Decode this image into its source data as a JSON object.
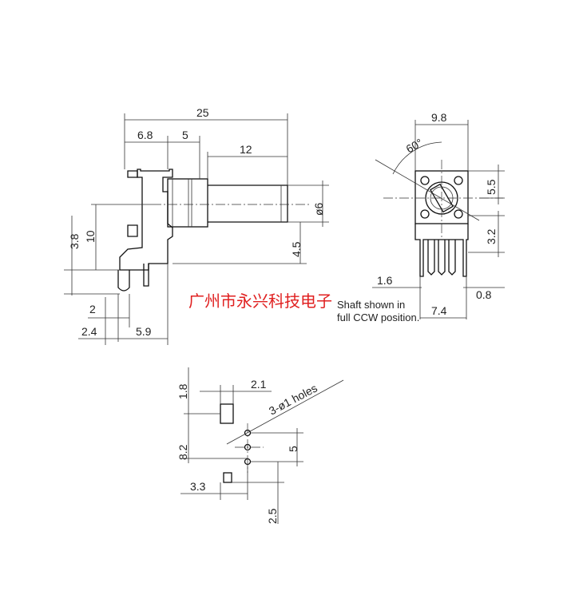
{
  "side_view": {
    "dims": {
      "overall_length": "25",
      "body_depth": "6.8",
      "bushing_length": "5",
      "shaft_length": "12",
      "shaft_diameter": "ø6",
      "shaft_height": "10",
      "pin_height": "3.8",
      "shaft_offset": "4.5",
      "pin_spacing": "2",
      "pin_x_offset": "2.4",
      "pin_to_body": "5.9"
    }
  },
  "front_view": {
    "dims": {
      "width": "9.8",
      "angle": "60°",
      "top_height": "5.5",
      "pin_row_height": "3.2",
      "lead_offset": "1.6",
      "lead_pitch": "7.4",
      "lead_width": "0.8"
    },
    "note_line1": "Shaft shown in",
    "note_line2": "full CCW position."
  },
  "pcb_layout": {
    "dims": {
      "top_height": "1.8",
      "tab_width": "2.1",
      "holes_label": "3-ø1 holes",
      "hole_span": "8.2",
      "hole_pitch": "5",
      "left_offset": "3.3",
      "bottom_offset": "2.5"
    }
  },
  "watermark": "广州市永兴科技电子"
}
